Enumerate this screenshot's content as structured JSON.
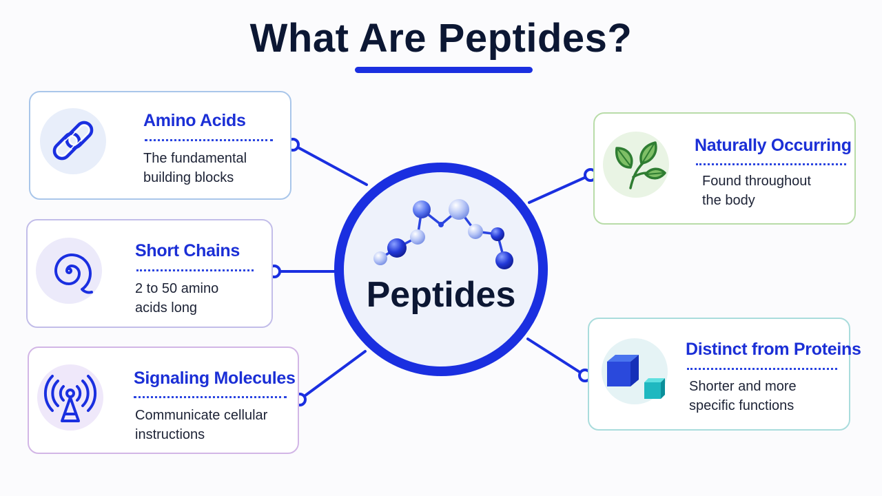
{
  "title": "What Are Peptides?",
  "center": {
    "label": "Peptides",
    "icon": "peptide-molecule-icon"
  },
  "cards": {
    "amino": {
      "heading": "Amino Acids",
      "line1": "The fundamental",
      "line2": "building blocks",
      "icon": "chain-link-icon",
      "border_color": "#a9c6ea"
    },
    "chains": {
      "heading": "Short Chains",
      "line1": "2 to 50 amino",
      "line2": "acids long",
      "icon": "spiral-chain-icon",
      "border_color": "#c2bde9"
    },
    "signal": {
      "heading": "Signaling Molecules",
      "line1": "Communicate cellular",
      "line2": "instructions",
      "icon": "broadcast-tower-icon",
      "border_color": "#d2b6e6"
    },
    "natural": {
      "heading": "Naturally Occurring",
      "line1": "Found throughout",
      "line2": "the body",
      "icon": "leaves-icon",
      "border_color": "#b8dca8"
    },
    "distinct": {
      "heading": "Distinct from Proteins",
      "line1": "Shorter and more",
      "line2": "specific functions",
      "icon": "cubes-icon",
      "border_color": "#a9dcdc"
    }
  },
  "colors": {
    "accent": "#1a2fe0",
    "title_text": "#0c1733",
    "heading_text": "#1b2fd6"
  }
}
